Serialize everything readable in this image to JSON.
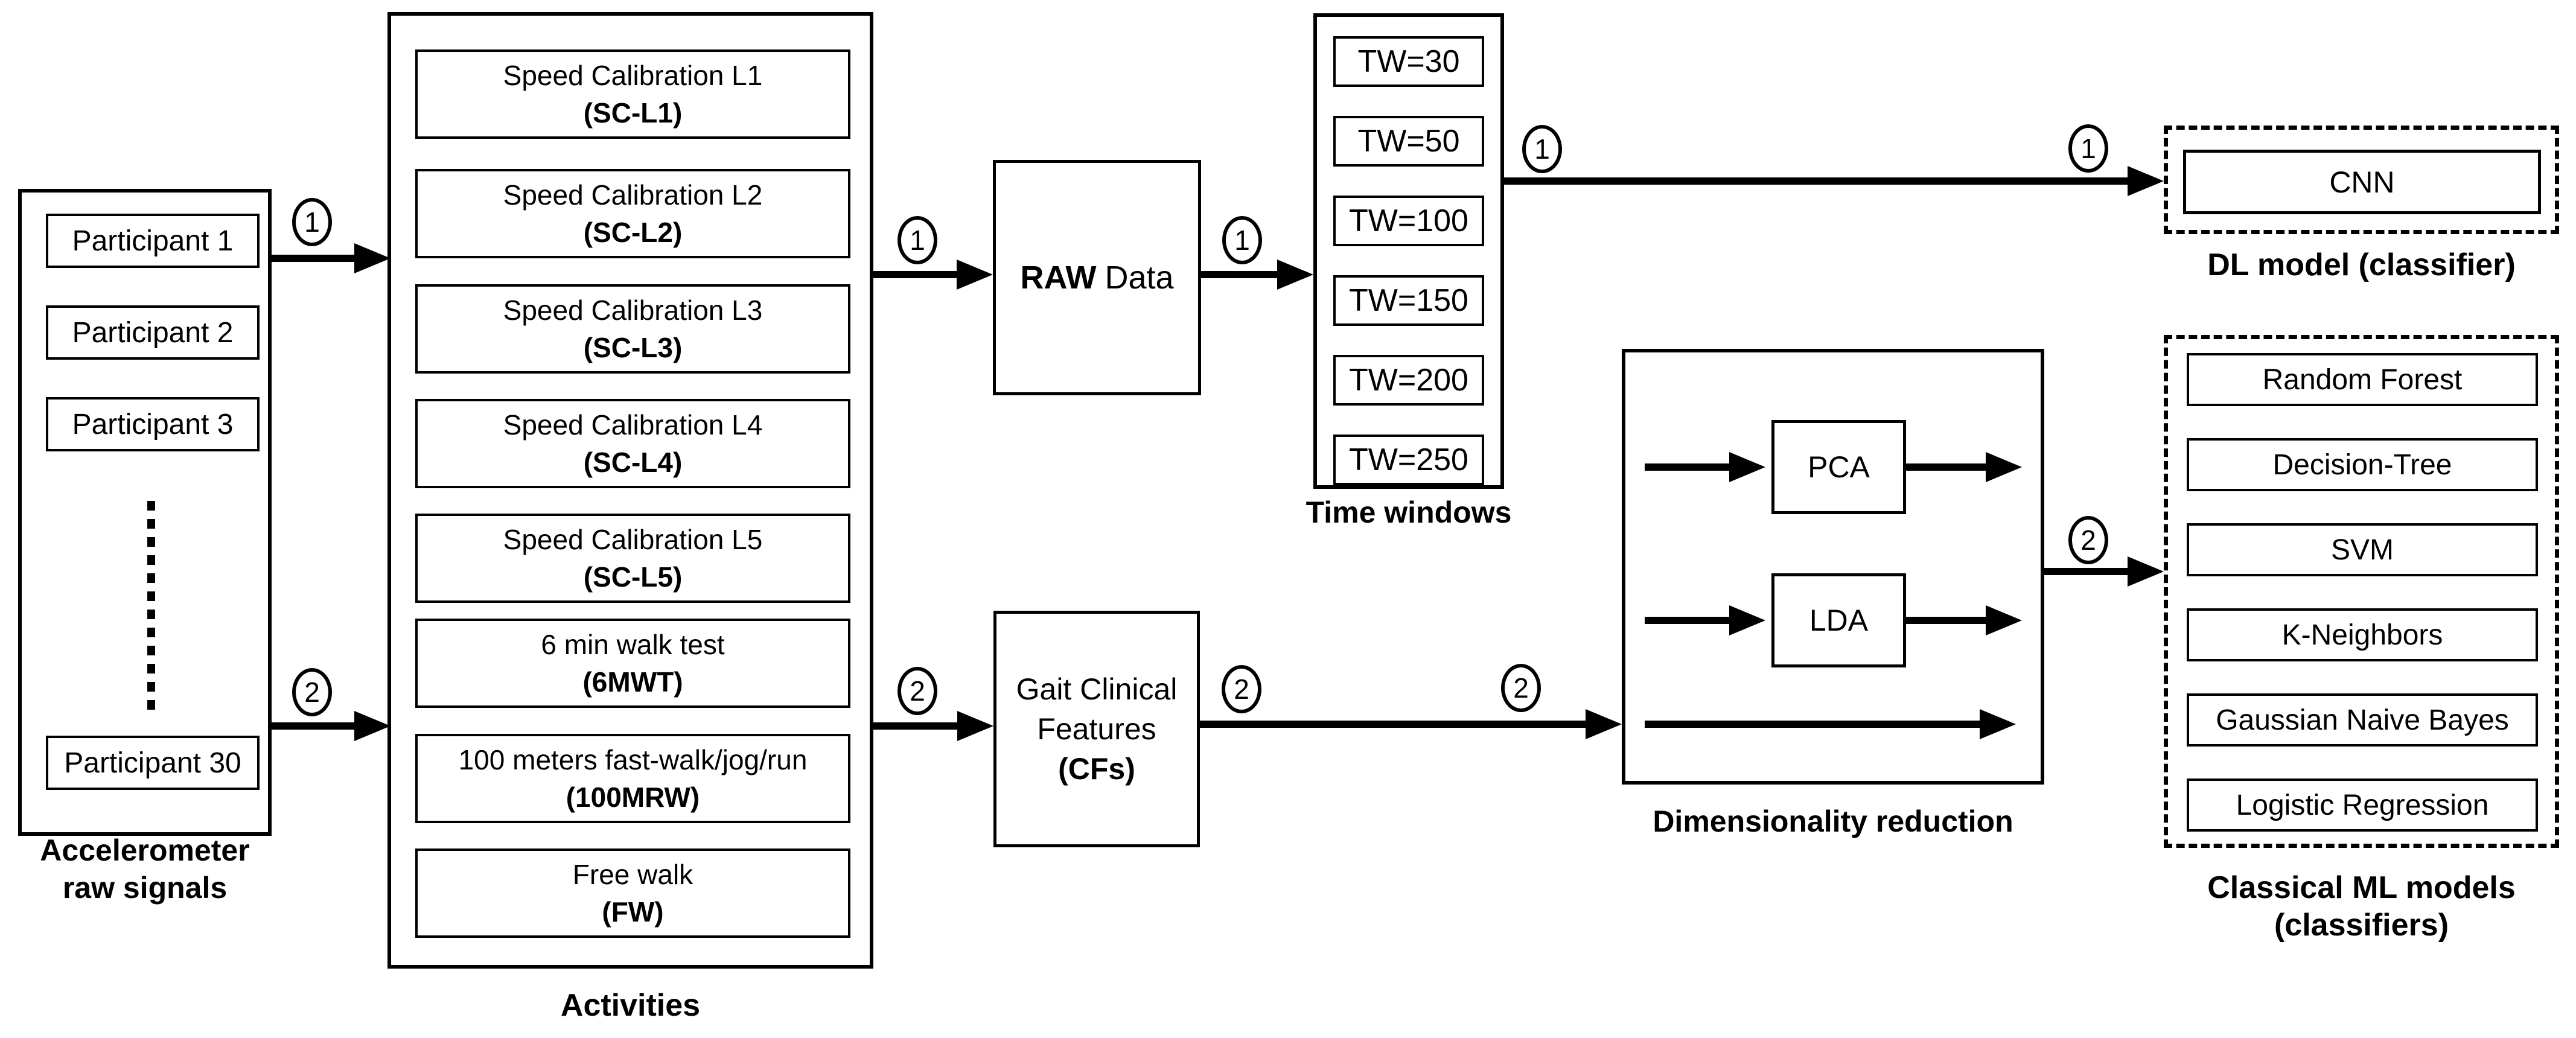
{
  "diagram": {
    "participants_panel": {
      "items": [
        "Participant 1",
        "Participant 2",
        "Participant 3"
      ],
      "last_item": "Participant 30",
      "caption_line1": "Accelerometer",
      "caption_line2": "raw signals"
    },
    "activities_panel": {
      "caption": "Activities",
      "items": [
        {
          "line1": "Speed Calibration L1",
          "line2": "(SC-L1)"
        },
        {
          "line1": "Speed Calibration L2",
          "line2": "(SC-L2)"
        },
        {
          "line1": "Speed Calibration L3",
          "line2": "(SC-L3)"
        },
        {
          "line1": "Speed Calibration L4",
          "line2": "(SC-L4)"
        },
        {
          "line1": "Speed Calibration L5",
          "line2": "(SC-L5)"
        },
        {
          "line1": "6 min walk test",
          "line2": "(6MWT)"
        },
        {
          "line1": "100 meters fast-walk/jog/run",
          "line2": "(100MRW)"
        },
        {
          "line1": "Free walk",
          "line2": "(FW)"
        }
      ]
    },
    "raw_data_box": {
      "label_bold": "RAW",
      "label_rest": "Data"
    },
    "time_windows_panel": {
      "caption": "Time windows",
      "items": [
        "TW=30",
        "TW=50",
        "TW=100",
        "TW=150",
        "TW=200",
        "TW=250"
      ]
    },
    "gait_features_box": {
      "line1": "Gait Clinical",
      "line2": "Features",
      "line3": "(CFs)"
    },
    "dimensionality_panel": {
      "caption": "Dimensionality reduction",
      "pca": "PCA",
      "lda": "LDA"
    },
    "dl_panel": {
      "caption": "DL model (classifier)",
      "model": "CNN"
    },
    "ml_panel": {
      "caption_line1": "Classical ML models",
      "caption_line2": "(classifiers)",
      "items": [
        "Random Forest",
        "Decision-Tree",
        "SVM",
        "K-Neighbors",
        "Gaussian Naive Bayes",
        "Logistic Regression"
      ]
    },
    "path_labels": {
      "one": "1",
      "two": "2"
    },
    "colors": {
      "stroke": "#000000",
      "background": "#ffffff"
    }
  }
}
